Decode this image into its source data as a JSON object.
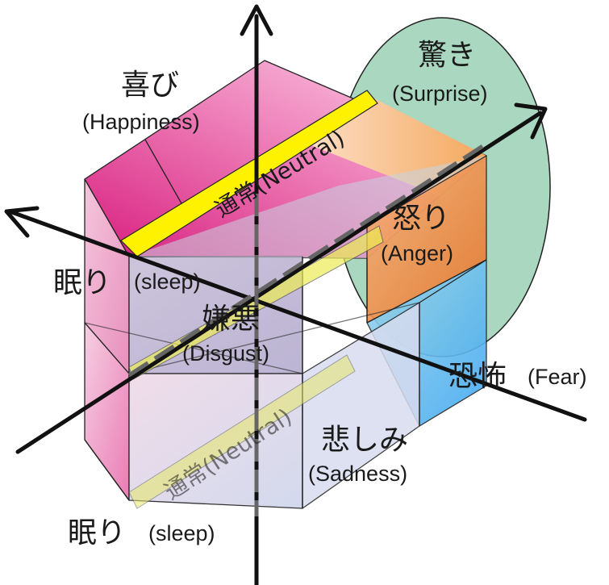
{
  "labels": {
    "happiness_jp": "喜び",
    "happiness_en": "(Happiness)",
    "surprise_jp": "驚き",
    "surprise_en": "(Surprise)",
    "neutral_top": "通常(Neutral)",
    "anger_jp": "怒り",
    "anger_en": "(Anger)",
    "sleep_mid_jp": "眠り",
    "sleep_mid_en": "(sleep)",
    "disgust_jp": "嫌悪",
    "disgust_en": "(Disgust)",
    "fear_jp": "恐怖",
    "fear_en": "(Fear)",
    "sadness_jp": "悲しみ",
    "sadness_en": "(Sadness)",
    "neutral_bottom": "通常(Neutral)",
    "sleep_bottom_jp": "眠り",
    "sleep_bottom_en": "(sleep)"
  },
  "colors": {
    "happiness": "#e0358f",
    "surprise": "#a8d6bf",
    "neutral": "#fff200",
    "anger": "#ee8a3a",
    "fear": "#5fb7f0",
    "disgust": "#bfb7d8",
    "sadness": "#d6d9ea",
    "sleep": "#f2bcd8",
    "outline": "#222222"
  }
}
